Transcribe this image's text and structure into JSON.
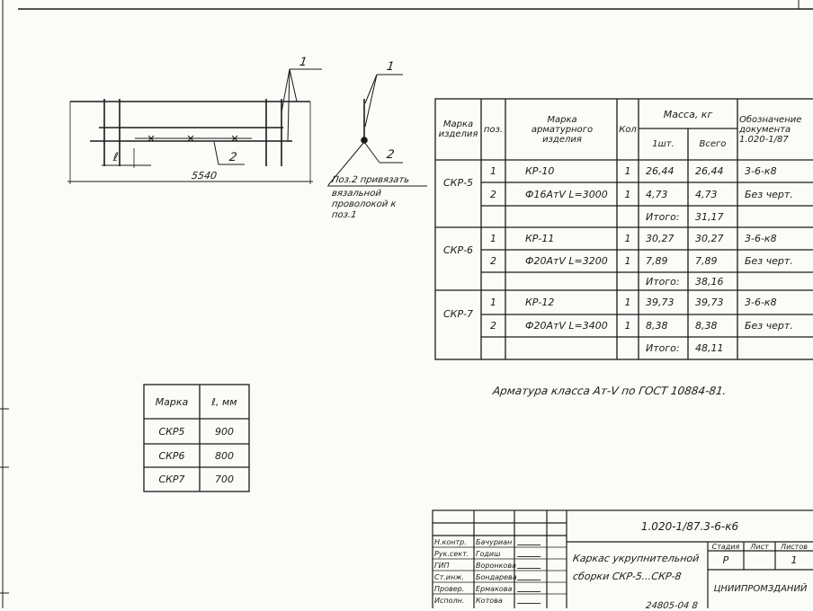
{
  "drawing": {
    "dim_overall": "5540",
    "dim_l": "ℓ",
    "callout_1": "1",
    "callout_2": "2",
    "section_callout_1": "1",
    "section_callout_2": "2",
    "note_line1": "Поз.2 привязать",
    "note_line2": "вязальной",
    "note_line3": "проволокой к",
    "note_line4": "поз.1"
  },
  "spec_table": {
    "headers": {
      "mark": "Марка изделия",
      "pos": "поз.",
      "rebar_mark": "Марка арматурного изделия",
      "qty": "Кол",
      "mass": "Масса, кг",
      "mass_one": "1шт.",
      "mass_total": "Всего",
      "doc": "Обозначение документа 1.020-1/87"
    },
    "groups": [
      {
        "mark": "СКР-5",
        "rows": [
          {
            "pos": "1",
            "item": "КР-10",
            "qty": "1",
            "one": "26,44",
            "total": "26,44",
            "doc": "3-6-к8"
          },
          {
            "pos": "2",
            "item": "Ф16АтⅤ  L=3000",
            "qty": "1",
            "one": "4,73",
            "total": "4,73",
            "doc": "Без черт."
          }
        ],
        "total_label": "Итого:",
        "total": "31,17"
      },
      {
        "mark": "СКР-6",
        "rows": [
          {
            "pos": "1",
            "item": "КР-11",
            "qty": "1",
            "one": "30,27",
            "total": "30,27",
            "doc": "3-6-к8"
          },
          {
            "pos": "2",
            "item": "Ф20АтⅤ  L=3200",
            "qty": "1",
            "one": "7,89",
            "total": "7,89",
            "doc": "Без черт."
          }
        ],
        "total_label": "Итого:",
        "total": "38,16"
      },
      {
        "mark": "СКР-7",
        "rows": [
          {
            "pos": "1",
            "item": "КР-12",
            "qty": "1",
            "one": "39,73",
            "total": "39,73",
            "doc": "3-6-к8"
          },
          {
            "pos": "2",
            "item": "Ф20АтⅤ  L=3400",
            "qty": "1",
            "one": "8,38",
            "total": "8,38",
            "doc": "Без черт."
          }
        ],
        "total_label": "Итого:",
        "total": "48,11"
      }
    ]
  },
  "note": "Арматура класса Ат-Ⅴ по ГОСТ 10884-81.",
  "l_table": {
    "header_mark": "Марка",
    "header_l": "ℓ, мм",
    "rows": [
      {
        "mark": "СКР5",
        "l": "900"
      },
      {
        "mark": "СКР6",
        "l": "800"
      },
      {
        "mark": "СКР7",
        "l": "700"
      }
    ]
  },
  "title_block": {
    "code": "1.020-1/87.3-6-к6",
    "title_line1": "Каркас укрупнительной",
    "title_line2": "сборки СКР-5...СКР-8",
    "stage_label": "Стадия",
    "sheet_label": "Лист",
    "sheets_label": "Листов",
    "stage": "Р",
    "sheets": "1",
    "org": "ЦНИИПРОМЗДАНИЙ",
    "roles": [
      {
        "role": "Н.контр.",
        "name": "Бачуриан"
      },
      {
        "role": "Рук.сект.",
        "name": "Годиш"
      },
      {
        "role": "ГИП",
        "name": "Воронкова"
      },
      {
        "role": "Ст.инж.",
        "name": "Бондарева"
      },
      {
        "role": "Провер.",
        "name": "Ермакова"
      },
      {
        "role": "Исполн.",
        "name": "Котова"
      }
    ],
    "archive_no": "24805-04      8"
  }
}
